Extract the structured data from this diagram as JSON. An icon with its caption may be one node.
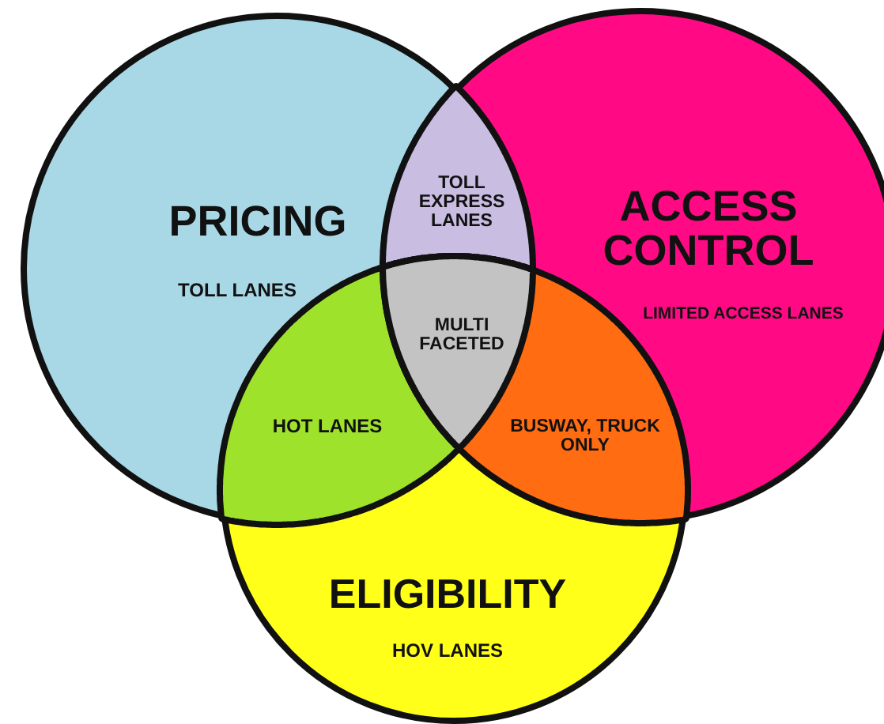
{
  "diagram": {
    "nodes": [
      {
        "text": [
          "PRICING",
          "TOLL LANES"
        ]
      },
      {
        "text": [
          "ACCESS CONTROL",
          "LIMITED ACCESS LANES"
        ]
      },
      {
        "text": [
          "ELIGIBILITY",
          "HOV LANES"
        ]
      },
      {
        "text": [
          "TOLL EXPRESS LANES"
        ]
      },
      {
        "text": [
          "MULTI FACETED"
        ]
      },
      {
        "text": [
          "HOT LANES"
        ]
      },
      {
        "text": [
          "BUSWAY, TRUCK ONLY"
        ]
      }
    ],
    "edges": []
  }
}
